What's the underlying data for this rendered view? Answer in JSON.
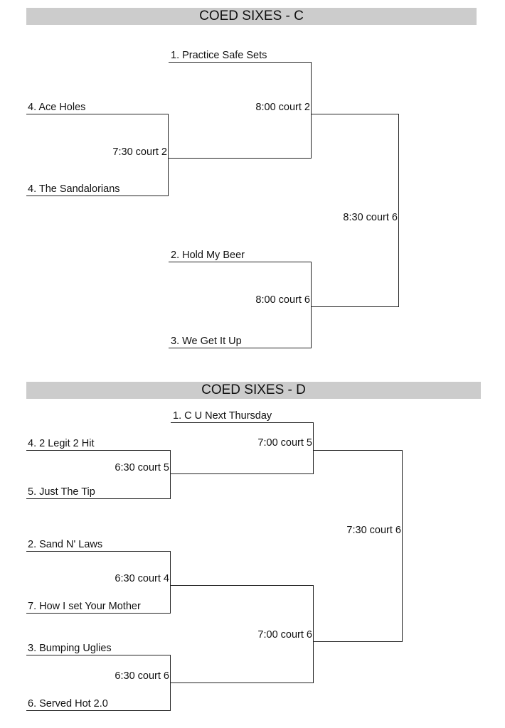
{
  "brackets": [
    {
      "title": "COED SIXES - C",
      "teams": [
        "1. Practice Safe Sets",
        "4. Ace Holes",
        "4. The Sandalorians",
        "2. Hold My Beer",
        "3. We Get It Up"
      ],
      "games": [
        "7:30 court 2",
        "8:00 court 2",
        "8:00 court 6",
        "8:30 court 6"
      ]
    },
    {
      "title": "COED SIXES - D",
      "teams": [
        "1. C U Next Thursday",
        "4. 2 Legit 2 Hit",
        "5. Just The Tip",
        "2. Sand N' Laws",
        "7. How I set Your Mother",
        "3. Bumping Uglies",
        "6. Served Hot 2.0"
      ],
      "games": [
        "6:30 court 5",
        "7:00 court 5",
        "6:30 court 4",
        "6:30 court 6",
        "7:00 court 6",
        "7:30 court 6"
      ]
    }
  ]
}
